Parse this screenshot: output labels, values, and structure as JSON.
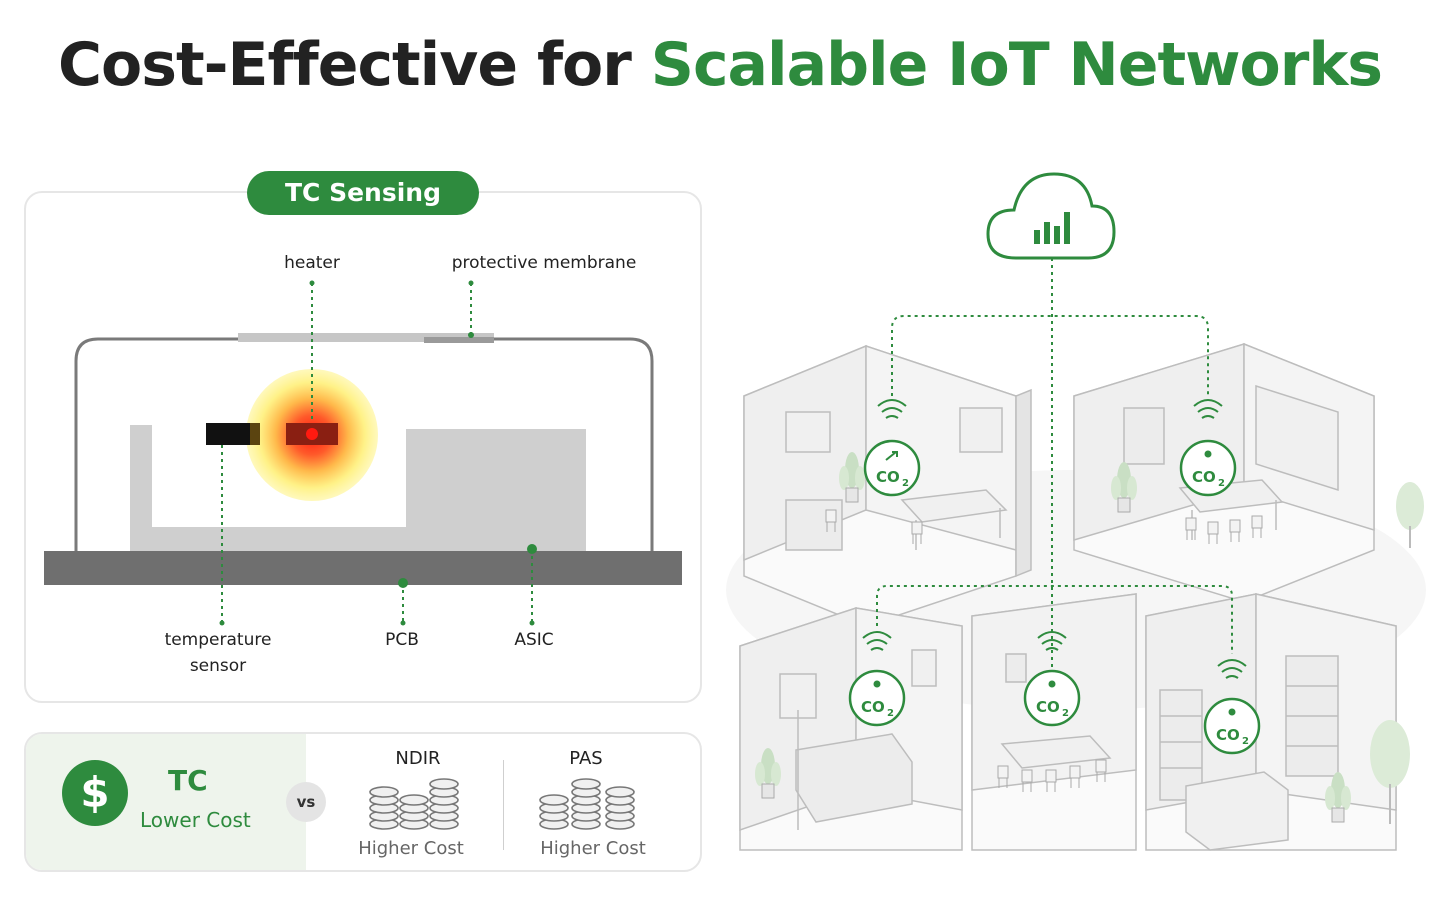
{
  "title": {
    "part1": "Cost-Effective for ",
    "part2": "Scalable IoT Networks"
  },
  "tc_sensing": {
    "heading": "TC Sensing",
    "labels": {
      "heater": "heater",
      "membrane": "protective membrane",
      "temp_sensor_line1": "temperature",
      "temp_sensor_line2": "sensor",
      "pcb": "PCB",
      "asic": "ASIC"
    }
  },
  "cost_comparison": {
    "tc": {
      "icon": "dollar-icon",
      "name": "TC",
      "cost": "Lower Cost"
    },
    "vs": "vs",
    "alternatives": [
      {
        "name": "NDIR",
        "cost": "Higher Cost",
        "icon": "coin-stacks-icon"
      },
      {
        "name": "PAS",
        "cost": "Higher Cost",
        "icon": "coin-stacks-icon"
      }
    ]
  },
  "network": {
    "cloud_icon": "cloud-bar-chart-icon",
    "sensor_label": "CO",
    "sensor_subscript": "2",
    "sensor_icon": "wifi-signal-icon"
  },
  "colors": {
    "accent": "#2e8b3e",
    "heat": "#ff2a1a",
    "text": "#222222"
  }
}
